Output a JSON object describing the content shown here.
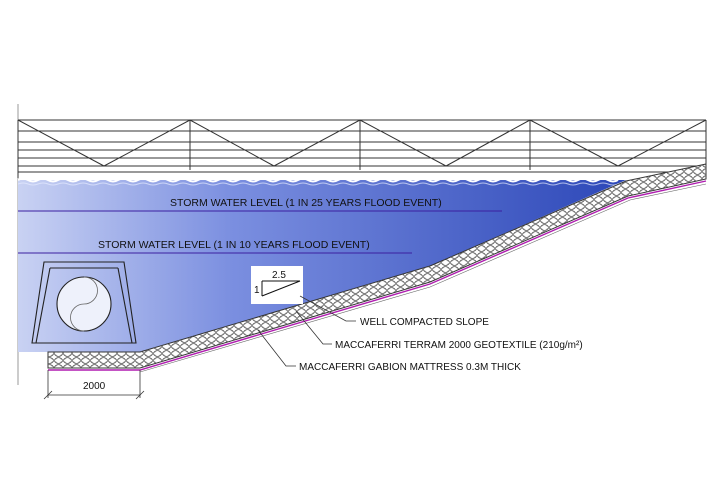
{
  "water_levels": {
    "level_25yr": "STORM WATER LEVEL (1 IN 25 YEARS FLOOD EVENT)",
    "level_10yr": "STORM WATER LEVEL (1 IN 10 YEARS FLOOD EVENT)"
  },
  "slope_ratio": {
    "run": "2.5",
    "rise": "1"
  },
  "callouts": {
    "compacted_slope": "WELL COMPACTED SLOPE",
    "geotextile": "MACCAFERRI TERRAM 2000 GEOTEXTILE (210g/m²)",
    "gabion_mattress": "MACCAFERRI GABION MATTRESS 0.3M THICK"
  },
  "dimension": {
    "toe_width": "2000"
  },
  "colors": {
    "water_deep": "#3a57c4",
    "water_light": "#c9d2f3",
    "geotextile": "#b01cb0",
    "linework": "#222222"
  }
}
